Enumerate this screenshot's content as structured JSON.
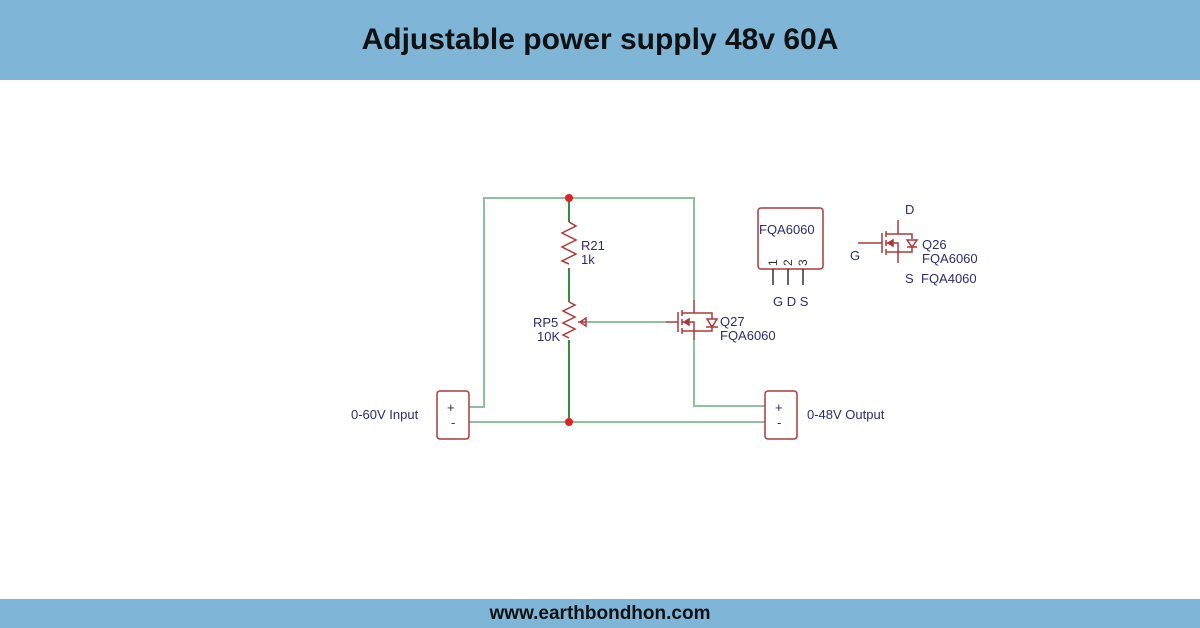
{
  "title": "Adjustable power supply 48v 60A",
  "footer": "www.earthbondhon.com",
  "schematic": {
    "r21": {
      "ref": "R21",
      "value": "1k"
    },
    "rp5": {
      "ref": "RP5",
      "value": "10K"
    },
    "q27": {
      "ref": "Q27",
      "value": "FQA6060"
    },
    "input": {
      "label": "0-60V Input",
      "plus": "+",
      "minus": "-"
    },
    "output": {
      "label": "0-48V Output",
      "plus": "+",
      "minus": "-"
    },
    "package": {
      "name": "FQA6060",
      "pins": [
        "1",
        "2",
        "3"
      ],
      "pin_names": "G D S"
    },
    "q26": {
      "ref": "Q26",
      "value": "FQA6060",
      "alt": "FQA4060",
      "d": "D",
      "g": "G",
      "s": "S"
    }
  },
  "colors": {
    "header": "#7fb6d8",
    "wire": "#8fbf9f",
    "component": "#a83a3a",
    "label": "#2b2b6e"
  }
}
